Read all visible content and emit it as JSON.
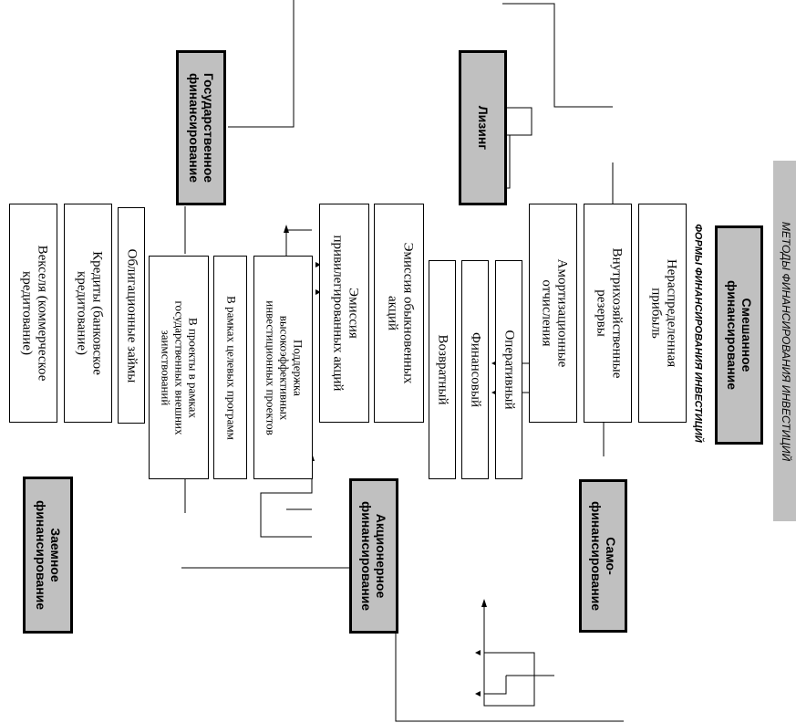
{
  "diagram": {
    "band_title": "МЕТОДЫ ФИНАНСИРОВАНИЯ ИНВЕСТИЦИЙ",
    "forms_title": "ФОРМЫ ФИНАНСИРОВАНИЯ ИНВЕСТИЦИЙ",
    "methods": {
      "mixed": "Смешанное\nфинансирование",
      "self": "Само-\nфинансирование",
      "equity": "Акционерное\nфинансирование",
      "borrowed": "Заемное\nфинансирование",
      "state": "Государственное\nфинансирование",
      "leasing": "Лизинг"
    },
    "self_forms": {
      "retained": "Нераспределенная\nприбыль",
      "reserves": "Внутрихозяйственные\nрезервы",
      "depreciation": "Амортизационные\nотчисления"
    },
    "leasing_forms": {
      "operative": "Оперативный",
      "financial": "Финансовый",
      "returnable": "Возвратный"
    },
    "equity_forms": {
      "common": "Эмиссия обыкновенных\nакций",
      "preferred": "Эмиссия\nпривилегированных акций"
    },
    "state_forms": {
      "support": "Поддержка\nвысокоэффективных\nинвестиционных проектов",
      "target": "В рамках целевых программ",
      "external": "В проекты в рамках\nгосударственных внешних\nзаимствований"
    },
    "borrowed_forms": {
      "bonds": "Облигационные займы",
      "credits": "Кредиты (банковское\nкредитование)",
      "bills": "Векселя (коммерческое\nкредитование)"
    }
  }
}
